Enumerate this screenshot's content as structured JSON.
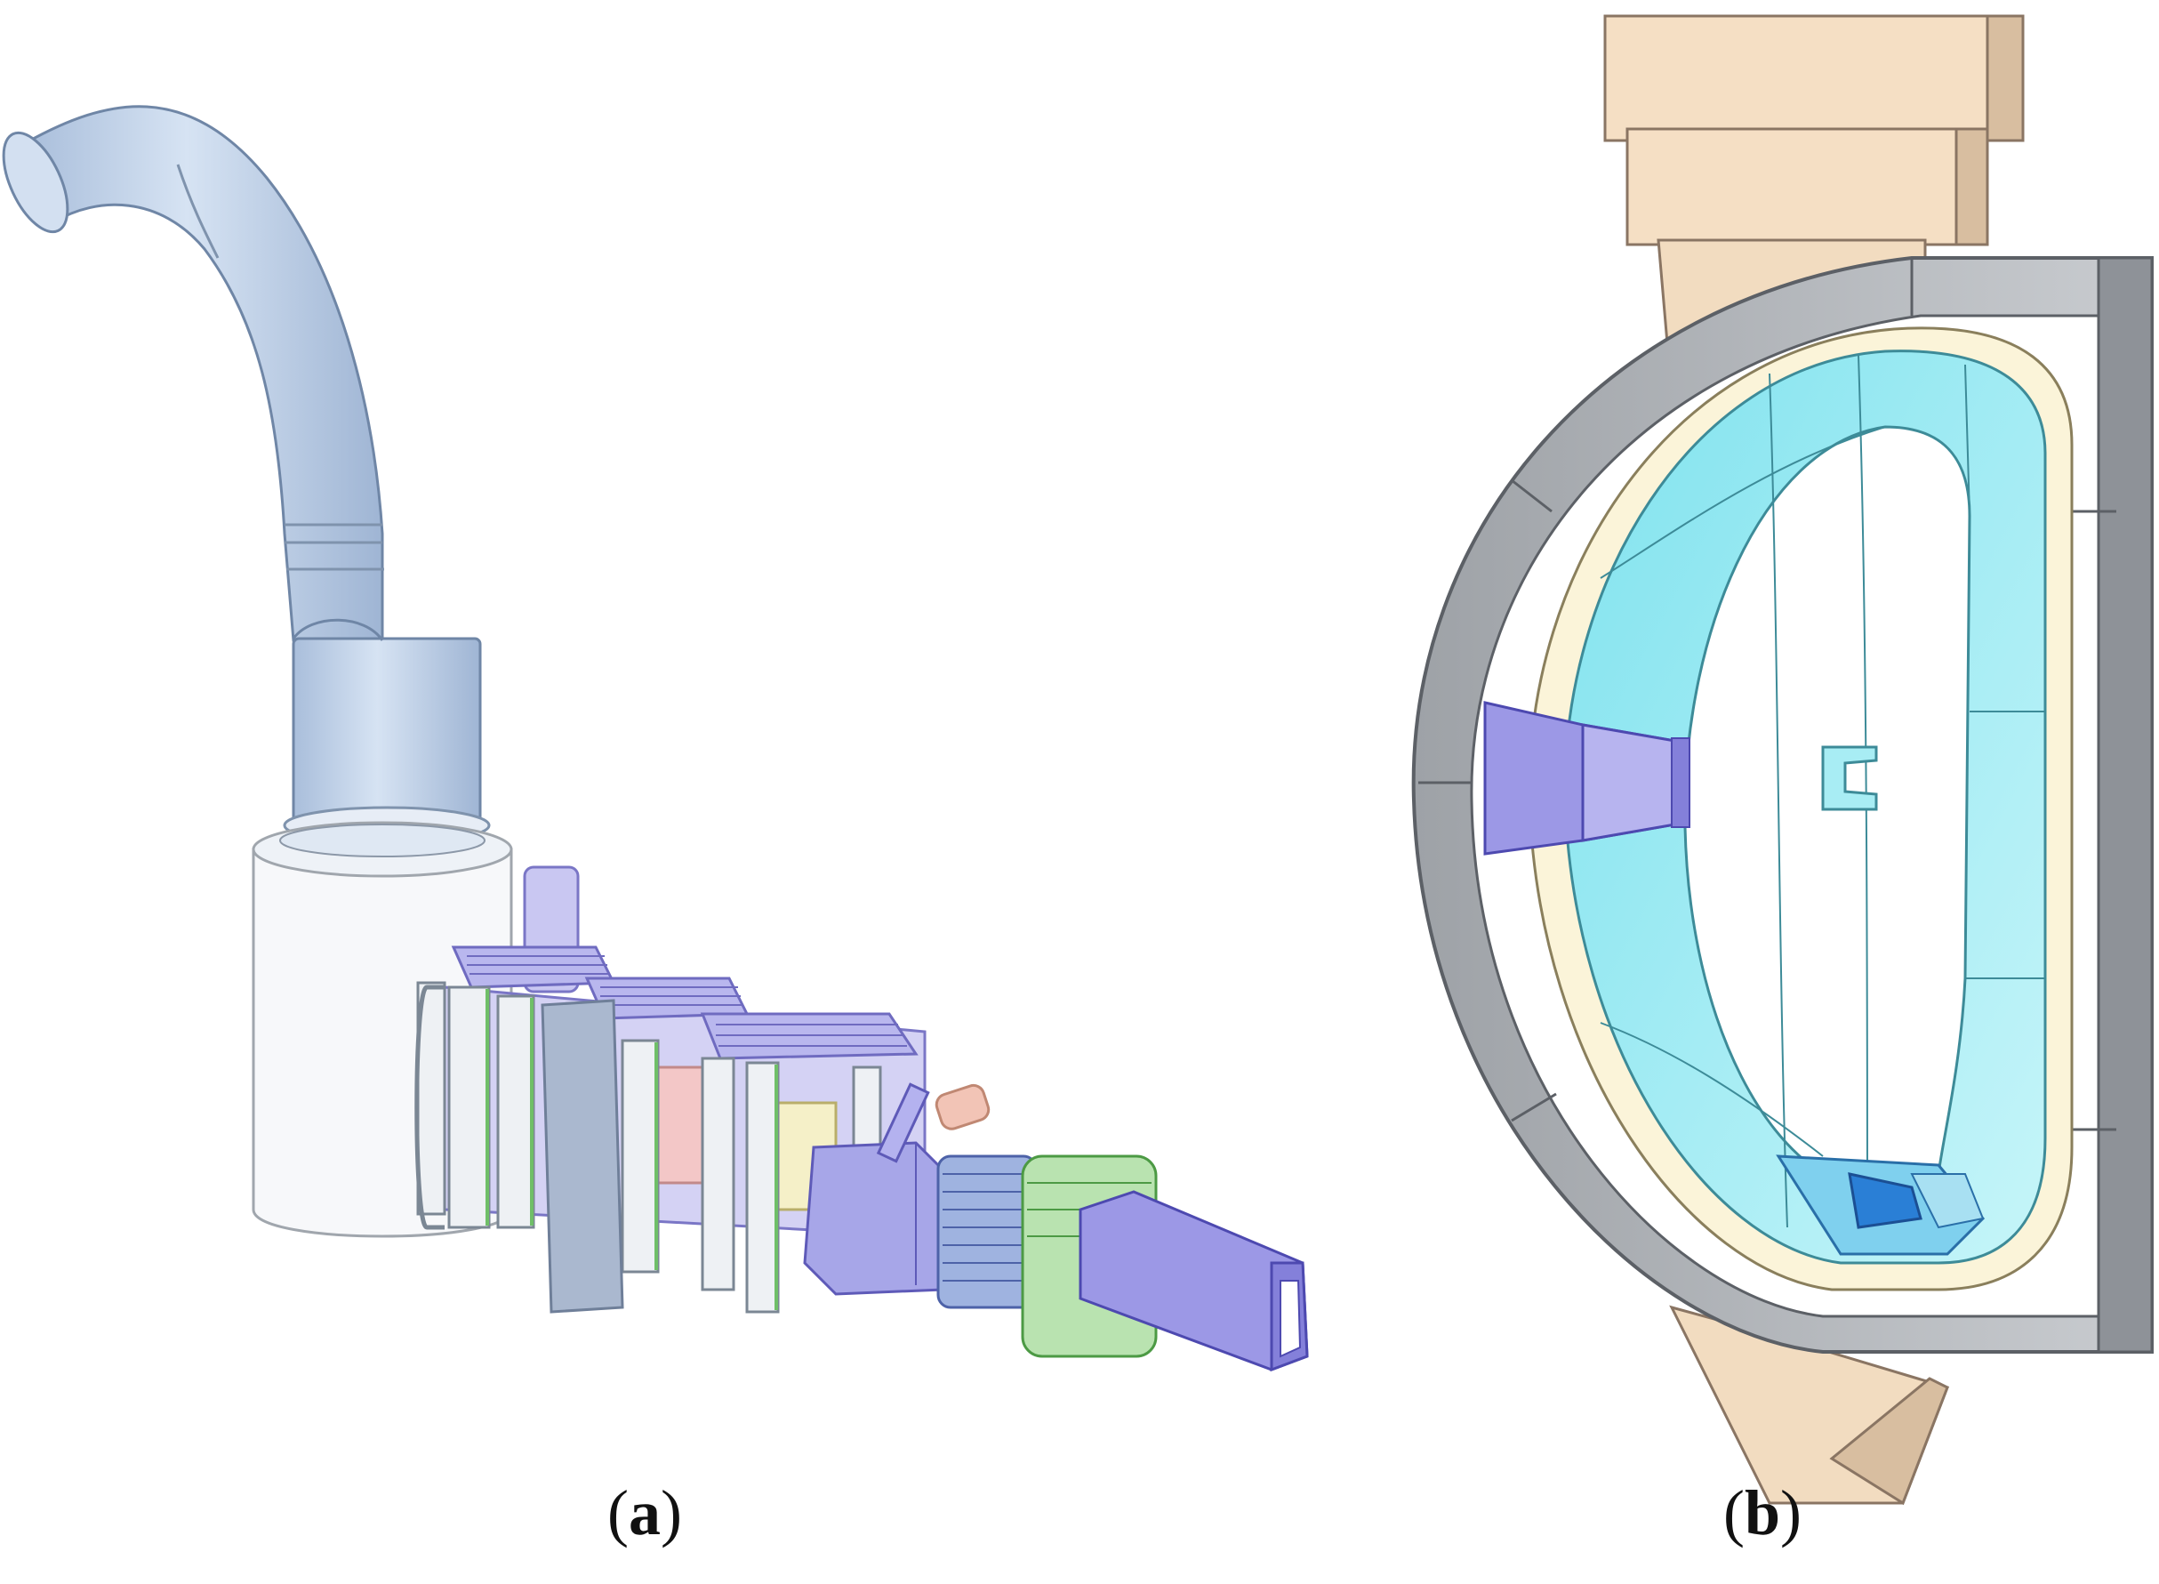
{
  "panels": [
    {
      "id": "a",
      "caption": "(a)",
      "letter": "a"
    },
    {
      "id": "b",
      "caption": "(b)",
      "letter": "b"
    }
  ],
  "colors": {
    "duct_blue": "#c9d9ee",
    "duct_outline": "#7f93ad",
    "cryostat_white": "#f7f8fa",
    "magnet_lavender": "#a7a6e8",
    "coil_green": "#b9e3b0",
    "coil_pink": "#f3c7c7",
    "coil_yellow": "#f5f0c8",
    "port_purple": "#9c98e6",
    "vessel_gray": "#b9bcc0",
    "port_tan": "#f2dcc0",
    "blanket_cream": "#fbf4d9",
    "first_wall_cyan": "#a8edf4",
    "divertor_blue": "#2a7fd6"
  }
}
